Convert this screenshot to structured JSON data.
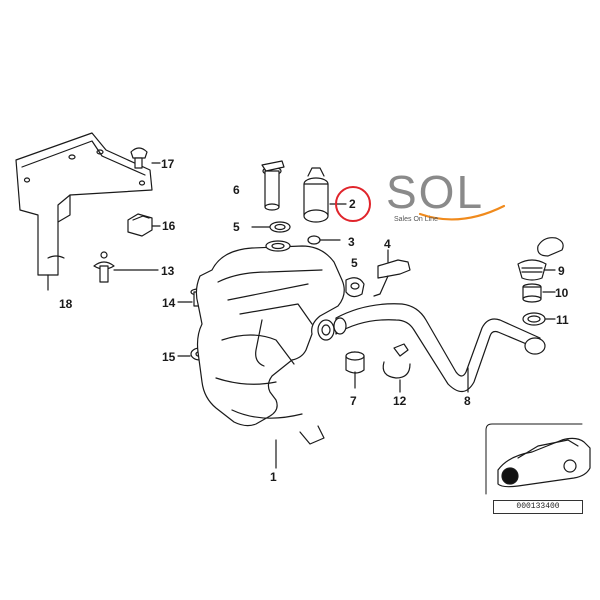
{
  "logo": {
    "text": "SOL",
    "tagline": "Sales On Line"
  },
  "callouts": {
    "p1": "1",
    "p2": "2",
    "p3": "3",
    "p4": "4",
    "p5a": "5",
    "p5b": "5",
    "p6": "6",
    "p7": "7",
    "p8": "8",
    "p9": "9",
    "p10": "10",
    "p11": "11",
    "p12": "12",
    "p13": "13",
    "p14": "14",
    "p15": "15",
    "p16": "16",
    "p17": "17",
    "p18": "18"
  },
  "highlight": {
    "part": "2",
    "color": "#e0242b"
  },
  "reference_code": "000133400",
  "colors": {
    "line": "#1a1a1a",
    "fill": "#ffffff",
    "accent": "#e0242b",
    "logo_gray": "#8a8a8a",
    "logo_orange": "#f08a1c"
  }
}
